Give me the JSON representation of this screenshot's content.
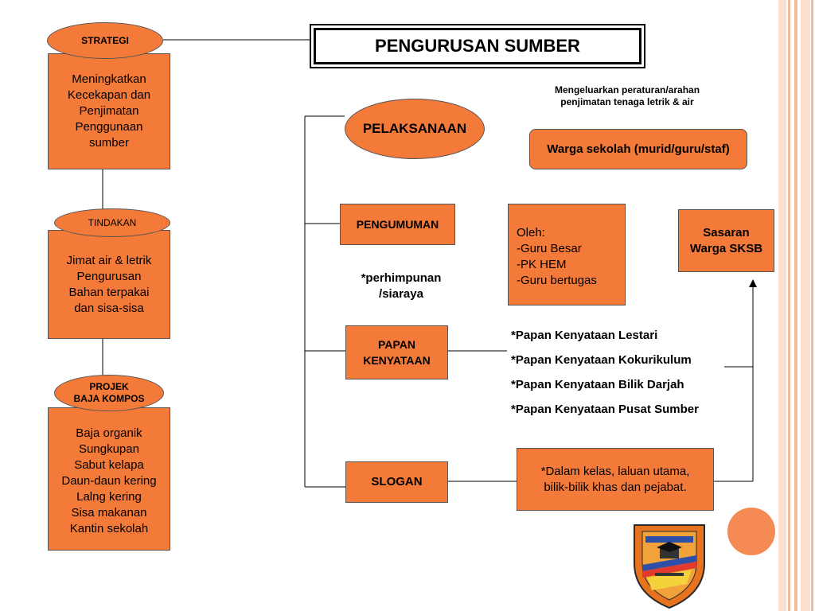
{
  "title": "PENGURUSAN SUMBER",
  "strategi": {
    "label": "STRATEGI",
    "text": "Meningkatkan\nKecekapan dan\nPenjimatan\nPenggunaan\nsumber"
  },
  "tindakan": {
    "label": "TINDAKAN",
    "text": "Jimat air & letrik\nPengurusan\nBahan terpakai\ndan sisa-sisa"
  },
  "projek": {
    "label": "PROJEK\nBAJA KOMPOS",
    "text": "Baja organik\nSungkupan\nSabut kelapa\nDaun-daun kering\nLalng kering\nSisa makanan\nKantin sekolah"
  },
  "pelaksanaan": {
    "label": "PELAKSANAAN",
    "note": "Mengeluarkan peraturan/arahan\npenjimatan tenaga letrik & air",
    "warga": "Warga sekolah (murid/guru/staf)"
  },
  "pengumuman": {
    "label": "PENGUMUMAN",
    "note": "*perhimpunan\n/siaraya",
    "oleh": "Oleh:\n-Guru Besar\n-PK HEM\n-Guru bertugas"
  },
  "sasaran": "Sasaran\nWarga SKSB",
  "papan": {
    "label": "PAPAN\nKENYATAAN",
    "items": [
      "*Papan Kenyataan Lestari",
      "*Papan Kenyataan Kokurikulum",
      "*Papan Kenyataan Bilik Darjah",
      "*Papan Kenyataan Pusat Sumber"
    ]
  },
  "slogan": {
    "label": "SLOGAN",
    "text": "*Dalam kelas, laluan utama,\nbilik-bilik khas dan pejabat."
  },
  "colors": {
    "box_fill": "#f47a3a",
    "accent_stripe": "#f6b99a",
    "circle": "#f58a55"
  }
}
